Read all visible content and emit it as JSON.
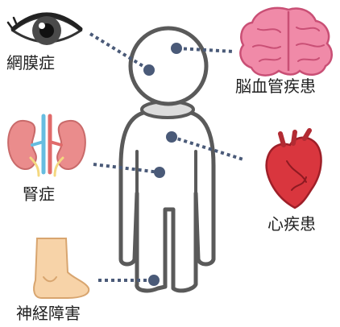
{
  "labels": {
    "eye": "網膜症",
    "brain": "脳血管疾患",
    "kidney": "腎症",
    "heart": "心疾患",
    "foot": "神経障害"
  },
  "icons": {
    "eye": "eye-icon",
    "brain": "brain-icon",
    "kidney": "kidney-icon",
    "heart": "heart-icon",
    "foot": "foot-icon",
    "body": "human-body-icon"
  },
  "colors": {
    "outline": "#5a5a5a",
    "body_fill": "#ffffff",
    "neck": "#dddddd",
    "marker": "#4a5a78",
    "brain": "#f08aa8",
    "heart": "#d9363e",
    "kidney": "#ea8c8c",
    "vessel_blue": "#66bde0",
    "foot": "#f7d3a8"
  }
}
